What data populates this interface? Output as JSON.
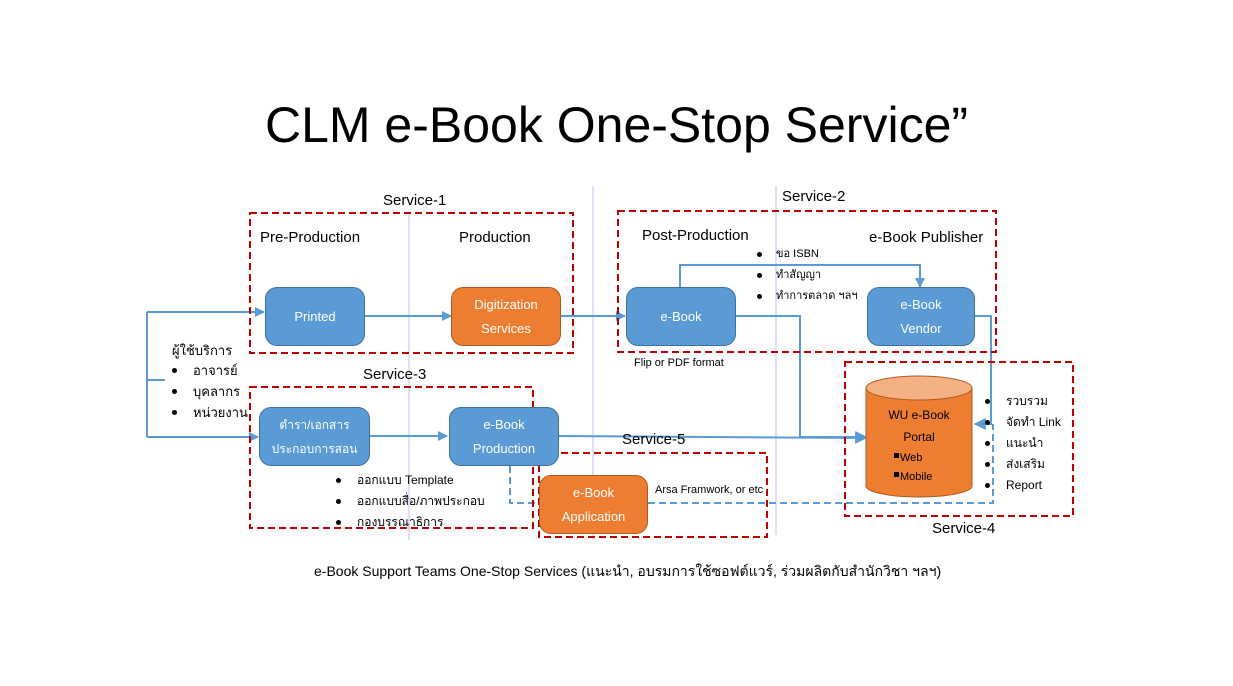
{
  "title": "CLM e-Book One-Stop Service”",
  "colors": {
    "box_blue": "#5b9bd5",
    "box_orange": "#ed7d31",
    "connector": "#5b9bd5",
    "service_border": "#c00000",
    "divider": "#b4c7e7"
  },
  "services": {
    "s1": "Service-1",
    "s2": "Service-2",
    "s3": "Service-3",
    "s4": "Service-4",
    "s5": "Service-5"
  },
  "stages": {
    "pre_production": "Pre-Production",
    "production": "Production",
    "post_production": "Post-Production",
    "publisher": "e-Book Publisher"
  },
  "users": {
    "heading": "ผู้ใช้บริการ",
    "items": [
      "อาจารย์",
      "บุคลากร",
      "หน่วยงาน"
    ]
  },
  "nodes": {
    "printed": {
      "line1": "Printed"
    },
    "digitization": {
      "line1": "Digitization",
      "line2": "Services"
    },
    "ebook": {
      "line1": "e-Book"
    },
    "vendor": {
      "line1": "e-Book",
      "line2": "Vendor"
    },
    "textbook": {
      "line1": "ตำรา/เอกสาร",
      "line2": "ประกอบการสอน"
    },
    "ebook_production": {
      "line1": "e-Book",
      "line2": "Production"
    },
    "ebook_application": {
      "line1": "e-Book",
      "line2": "Application"
    },
    "portal": {
      "line1": "WU e-Book",
      "line2": "Portal",
      "items": [
        "Web",
        "Mobile"
      ]
    }
  },
  "publisher_tasks": [
    "ขอ ISBN",
    "ทำสัญญา",
    "ทำการตลาด ฯลฯ"
  ],
  "flip_note": "Flip or PDF format",
  "production_tasks": [
    "ออกแบบ Template",
    "ออกแบบสื่อ/ภาพประกอบ",
    "กองบรรณาธิการ"
  ],
  "app_note": "Arsa Framwork, or etc",
  "portal_tasks": [
    "รวบรวม",
    "จัดทำ Link",
    "แนะนำ",
    "ส่งเสริม",
    "Report"
  ],
  "footer": "e-Book Support Teams One-Stop Services (แนะนำ, อบรมการใช้ซอฟต์แวร์, ร่วมผลิตกับสำนักวิชา ฯลฯ)"
}
